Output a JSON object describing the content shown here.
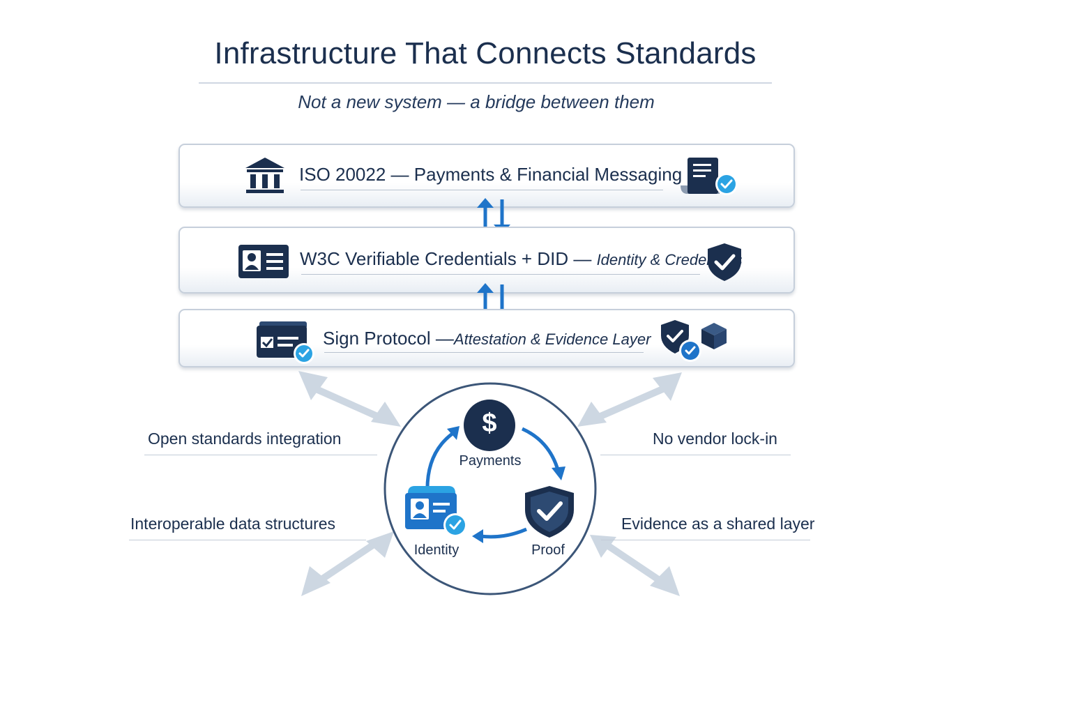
{
  "header": {
    "title": "Infrastructure That Connects Standards",
    "subtitle": "Not a new system — a bridge between them"
  },
  "layers": [
    {
      "name": "ISO 20022",
      "dash": " — ",
      "desc": "Payments & Financial Messaging",
      "icon_left": "bank-icon",
      "icon_right": "document-check-icon"
    },
    {
      "name": "W3C Verifiable Credentials + DID",
      "dash": " — ",
      "desc": "Identity & Credentials",
      "icon_left": "id-card-icon",
      "icon_right": "shield-check-icon"
    },
    {
      "name": "Sign Protocol",
      "dash": " —",
      "desc": "Attestation & Evidence Layer",
      "icon_left": "signed-card-icon",
      "icon_right": "shield-cube-icon"
    }
  ],
  "benefits": {
    "top_left": "Open standards integration",
    "top_right": "No vendor lock-in",
    "bottom_left": "Interoperable data structures",
    "bottom_right": "Evidence as a shared layer"
  },
  "cycle": {
    "top": "Payments",
    "left": "Identity",
    "right": "Proof",
    "currency_symbol": "$"
  },
  "colors": {
    "navy": "#1b2f4e",
    "blue": "#1f74c9",
    "light_blue": "#2ba3e3",
    "arrow_gray": "#cdd7e2",
    "border": "#c6cfdb"
  }
}
